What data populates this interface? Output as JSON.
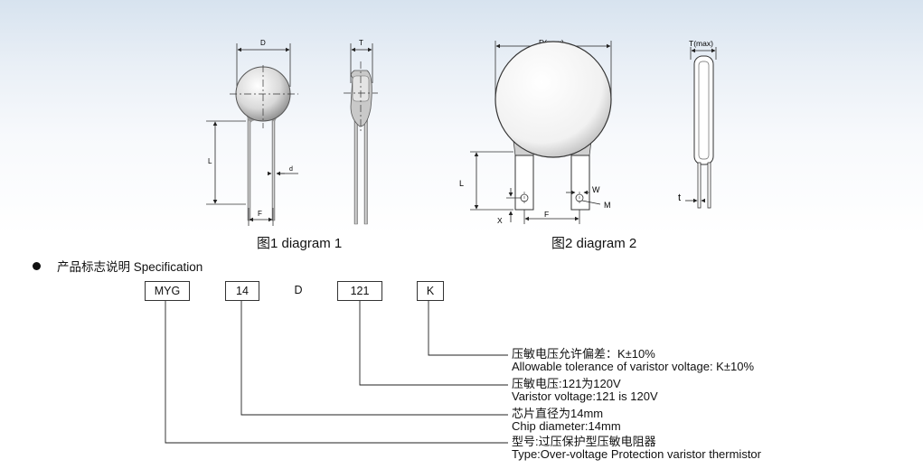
{
  "diagram1": {
    "caption": "图1   diagram 1",
    "labels": {
      "D": "D",
      "T": "T",
      "L": "L",
      "d": "d",
      "F": "F"
    }
  },
  "diagram2": {
    "caption": "图2   diagram 2",
    "labels": {
      "D": "D(max)",
      "T": "T(max)",
      "L": "L",
      "X": "X",
      "F": "F",
      "W": "W",
      "M": "M",
      "t": "t"
    }
  },
  "spec": {
    "title": "产品标志说明 Specification",
    "codes": [
      "MYG",
      "14",
      "D",
      "121",
      "K"
    ],
    "descriptions": [
      {
        "cn": "压敏电压允许偏差：K±10%",
        "en": "Allowable tolerance of  varistor voltage: K±10%"
      },
      {
        "cn": "压敏电压:121为120V",
        "en": "Varistor voltage:121 is 120V"
      },
      {
        "cn": "芯片直径为14mm",
        "en": "Chip diameter:14mm"
      },
      {
        "cn": "型号:过压保护型压敏电阻器",
        "en": "Type:Over-voltage Protection varistor thermistor"
      }
    ]
  }
}
